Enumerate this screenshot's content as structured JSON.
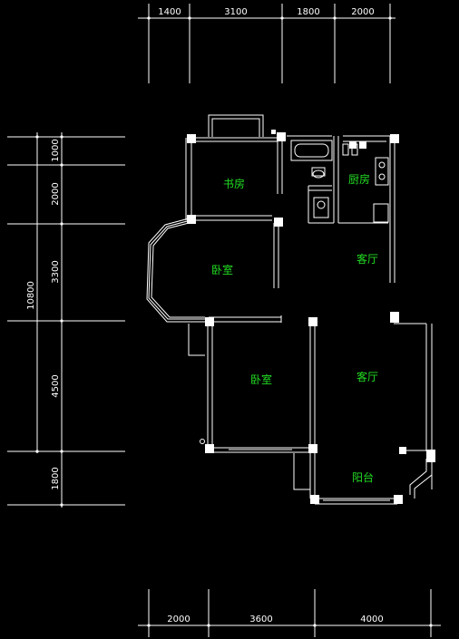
{
  "colors": {
    "background": "#000000",
    "lines": "#ffffff",
    "room_labels": "#22dd22"
  },
  "dimensions": {
    "top": [
      "1400",
      "3100",
      "1800",
      "2000"
    ],
    "bottom": [
      "2000",
      "3600",
      "4000"
    ],
    "left_total": "10800",
    "left": [
      "1000",
      "2000",
      "3300",
      "4500",
      "1800"
    ]
  },
  "rooms": {
    "study": "书房",
    "kitchen": "厨房",
    "bedroom_upper": "卧室",
    "living_upper": "客厅",
    "bedroom_lower": "卧室",
    "living_lower": "客厅",
    "balcony": "阳台"
  }
}
